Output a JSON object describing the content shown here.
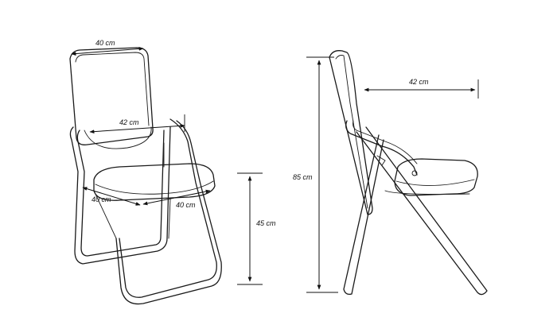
{
  "labels": {
    "back_width": "40 cm",
    "seat_width_front": "42 cm",
    "seat_depth": "40 cm",
    "seat_width": "40 cm",
    "seat_height": "45 cm",
    "overall_height": "85 cm",
    "side_depth": "42 cm"
  },
  "colors": {
    "line": "#1a1a1a",
    "background": "#ffffff"
  }
}
